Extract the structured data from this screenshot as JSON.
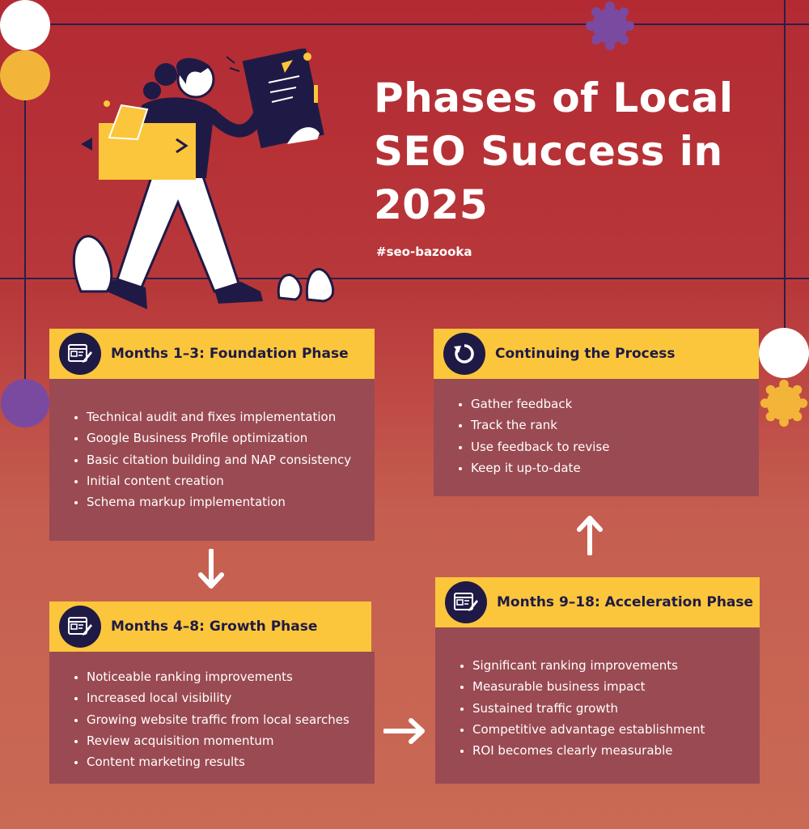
{
  "title_lines": [
    "Phases of Local",
    "SEO Success in",
    "2025"
  ],
  "hashtag": "#seo-bazooka",
  "colors": {
    "background_top": "#b32a33",
    "background_bottom": "#c96a55",
    "card_header": "#fbc63c",
    "card_body": "#9a4a52",
    "navy": "#1f1a45",
    "purple": "#7a4aa0",
    "accent_yellow": "#f2b53a"
  },
  "cards": {
    "foundation": {
      "icon": "document-edit-icon",
      "title": "Months 1–3: Foundation Phase",
      "items": [
        "Technical audit and fixes implementation",
        "Google Business Profile optimization",
        "Basic citation building and NAP consistency",
        "Initial content creation",
        "Schema markup implementation"
      ]
    },
    "growth": {
      "icon": "document-edit-icon",
      "title": "Months 4–8: Growth Phase",
      "items": [
        "Noticeable ranking improvements",
        "Increased local visibility",
        "Growing website traffic from local searches",
        "Review acquisition momentum",
        "Content marketing results"
      ]
    },
    "acceleration": {
      "icon": "document-edit-icon",
      "title": "Months 9–18: Acceleration Phase",
      "items": [
        "Significant ranking improvements",
        "Measurable business impact",
        "Sustained traffic growth",
        "Competitive advantage establishment",
        "ROI becomes clearly measurable"
      ]
    },
    "continuing": {
      "icon": "refresh-icon",
      "title": "Continuing the Process",
      "items": [
        "Gather feedback",
        "Track the rank",
        "Use feedback to revise",
        "Keep it up-to-date"
      ]
    }
  },
  "arrows": [
    "arrow-down-icon",
    "arrow-right-icon",
    "arrow-up-icon"
  ]
}
